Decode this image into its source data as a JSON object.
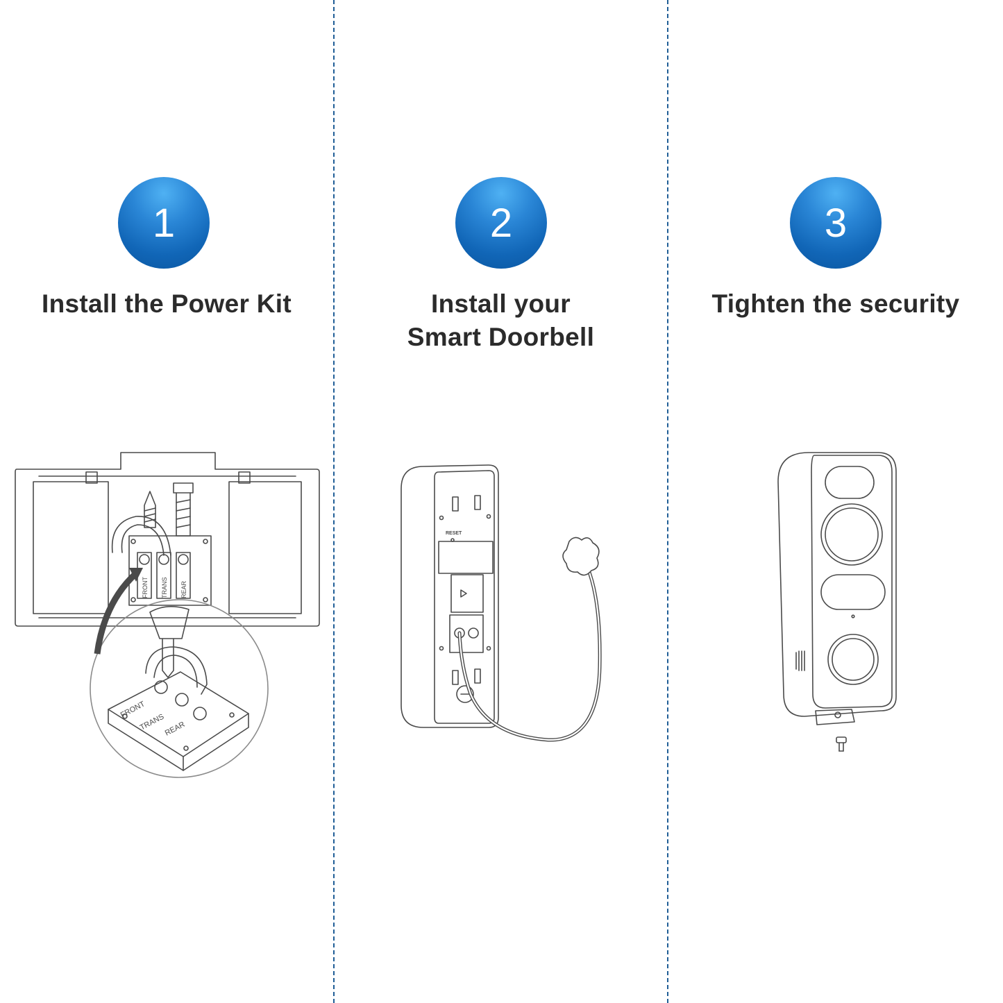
{
  "steps": [
    {
      "number": "1",
      "title_lines": [
        "Install the Power Kit"
      ]
    },
    {
      "number": "2",
      "title_lines": [
        "Install your",
        "Smart Doorbell"
      ]
    },
    {
      "number": "3",
      "title_lines": [
        "Tighten the security"
      ]
    }
  ],
  "illustration_labels": {
    "terminals": [
      "FRONT",
      "TRANS",
      "REAR"
    ],
    "reset": "RESET"
  },
  "colors": {
    "badge": "#1166b7",
    "badge_highlight": "#4fb1f3",
    "divider": "#1f5d96",
    "caption": "#2b2b2b",
    "line_art": "#4a4a4a"
  }
}
